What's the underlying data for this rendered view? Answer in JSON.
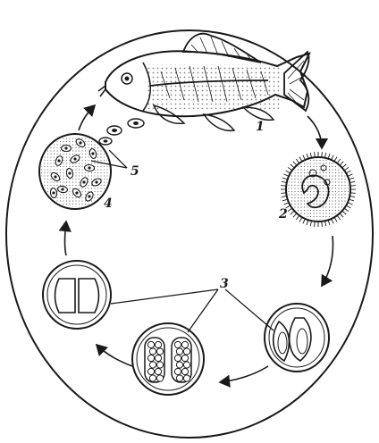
{
  "diagram": {
    "labels": {
      "fish": "1",
      "trophont": "2",
      "cysts": "3",
      "released_cyst": "4",
      "swarmers": "5"
    },
    "colors": {
      "ink": "#1a1a1a",
      "paper": "#ffffff",
      "shade": "#dcdcdc"
    }
  }
}
